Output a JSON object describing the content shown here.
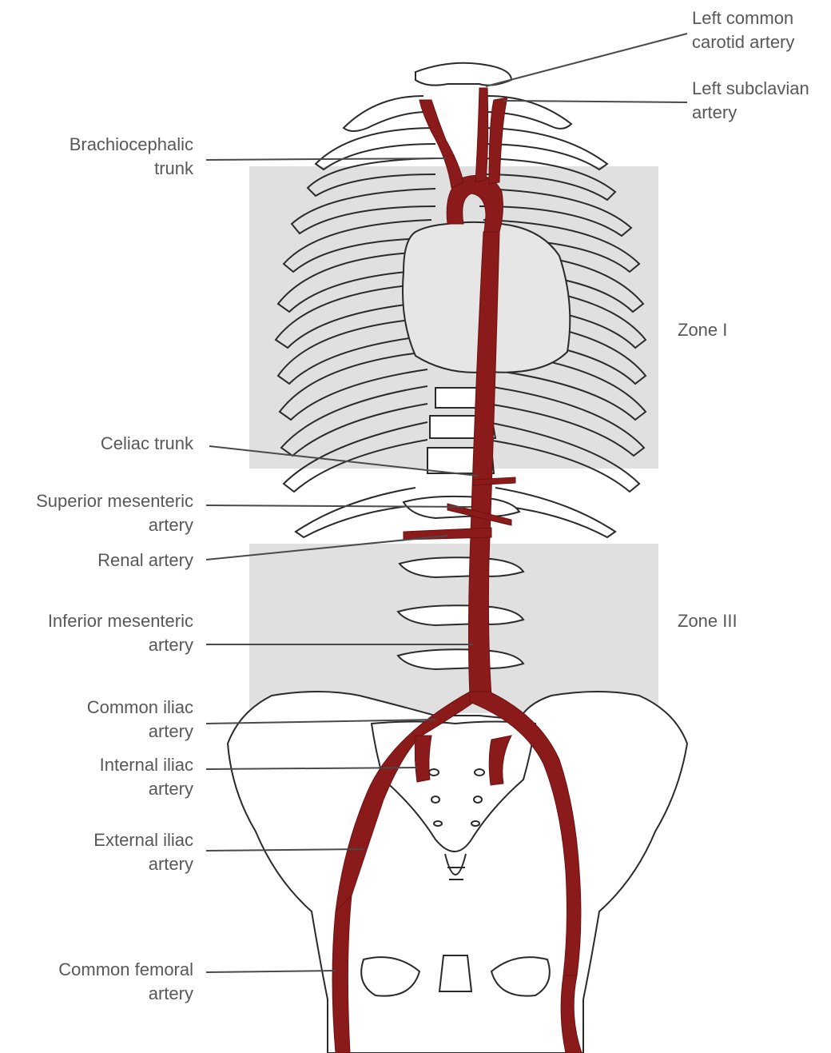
{
  "colors": {
    "artery": "#8b1a1a",
    "zone_fill": "#e0e0e0",
    "bone_stroke": "#2a2a2a",
    "leader": "#4a4a4a",
    "label_text": "#585858"
  },
  "labels": {
    "left_common_carotid": [
      "Left common",
      "carotid artery"
    ],
    "left_subclavian": [
      "Left subclavian",
      "artery"
    ],
    "brachiocephalic": [
      "Brachiocephalic",
      "trunk"
    ],
    "zone_1": "Zone I",
    "celiac": [
      "Celiac trunk"
    ],
    "superior_mesenteric": [
      "Superior mesenteric",
      "artery"
    ],
    "renal": [
      "Renal artery"
    ],
    "inferior_mesenteric": [
      "Inferior mesenteric",
      "artery"
    ],
    "zone_3": "Zone III",
    "common_iliac": [
      "Common iliac",
      "artery"
    ],
    "internal_iliac": [
      "Internal iliac",
      "artery"
    ],
    "external_iliac": [
      "External iliac",
      "artery"
    ],
    "common_femoral": [
      "Common femoral",
      "artery"
    ]
  }
}
